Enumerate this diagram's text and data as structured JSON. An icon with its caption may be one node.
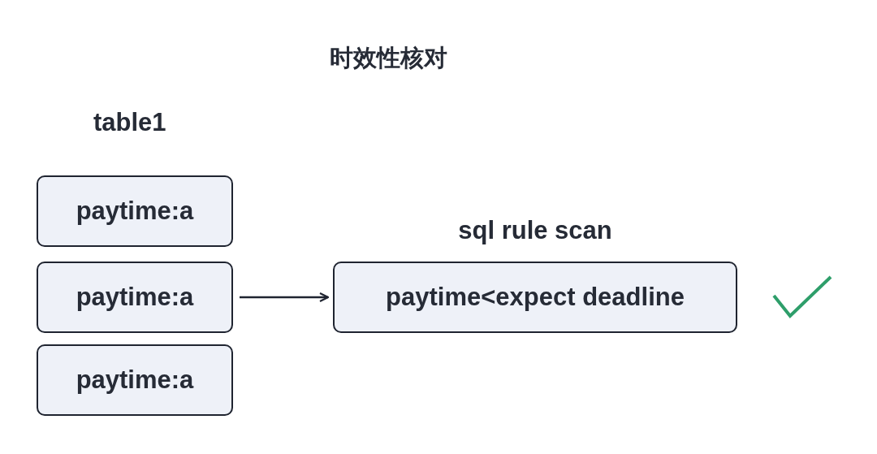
{
  "diagram": {
    "title": "时效性核对",
    "nodes": [
      {
        "text": [
          "paytime:a"
        ]
      },
      {
        "text": [
          "paytime:a"
        ]
      },
      {
        "text": [
          "paytime:a"
        ]
      },
      {
        "text": [
          "sql rule scan",
          "paytime<expect deadline"
        ]
      }
    ],
    "edges": [
      {
        "from": 1,
        "to": 3,
        "arrow": "to"
      }
    ],
    "labels": [
      "table1"
    ]
  }
}
